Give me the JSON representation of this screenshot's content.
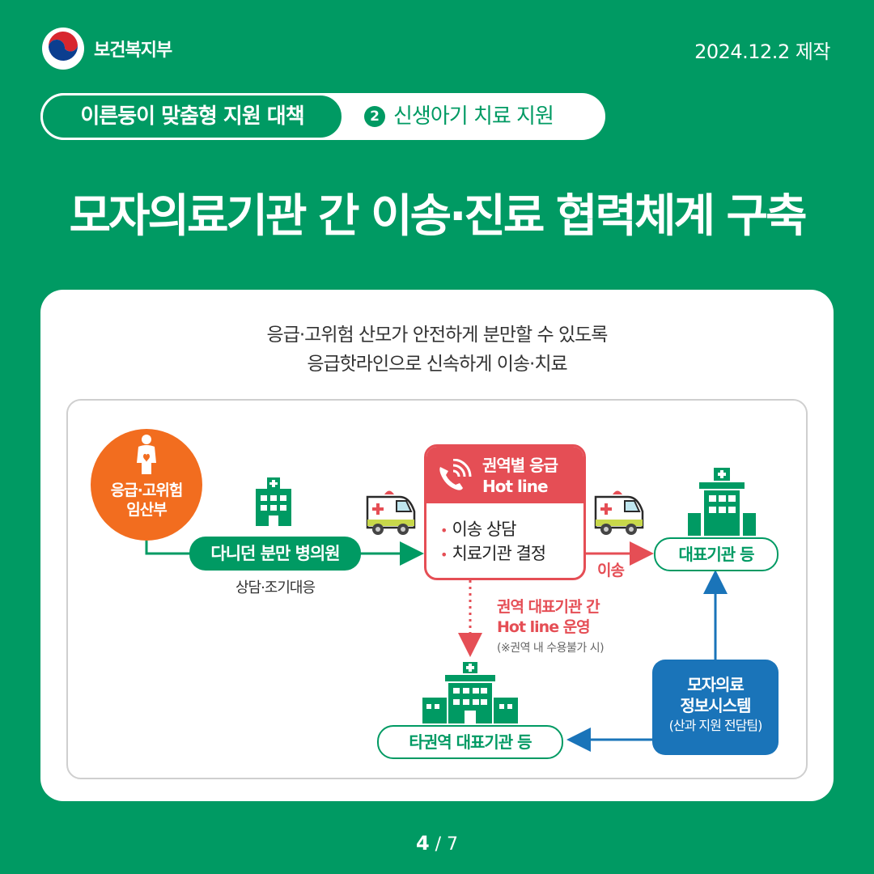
{
  "header": {
    "ministry": "보건복지부",
    "date": "2024.12.2 제작",
    "category": "이른둥이 맞춤형 지원 대책",
    "section_number": "2",
    "section_title": "신생아기 치료 지원"
  },
  "title": "모자의료기관 간 이송·진료 협력체계 구축",
  "card": {
    "subtitle_line1": "응급·고위험 산모가 안전하게 분만할 수 있도록",
    "subtitle_line2": "응급핫라인으로 신속하게 이송·치료"
  },
  "diagram": {
    "mother_line1": "응급·고위험",
    "mother_line2": "임산부",
    "clinic_label": "다니던 분만 병의원",
    "clinic_sub": "상담·조기대응",
    "hotline_title_line1": "권역별 응급",
    "hotline_title_line2": "Hot line",
    "hotline_item1": "이송 상담",
    "hotline_item2": "치료기관 결정",
    "transfer_label": "이송",
    "main_institution": "대표기관 등",
    "regional_note_line1": "권역 대표기관 간",
    "regional_note_line2": "Hot line 운영",
    "regional_note_sub": "(※권역 내 수용불가 시)",
    "other_region": "타권역 대표기관 등",
    "system_line1": "모자의료",
    "system_line2": "정보시스템",
    "system_line3": "(산과 지원 전담팀)"
  },
  "pager": {
    "current": "4",
    "total": "/ 7"
  },
  "colors": {
    "background": "#009a63",
    "orange": "#f26d1f",
    "red": "#e54e55",
    "blue": "#1a74b9"
  },
  "icons": [
    "government-emblem-icon",
    "pregnant-woman-icon",
    "hospital-icon",
    "ambulance-icon",
    "phone-ringing-icon"
  ]
}
